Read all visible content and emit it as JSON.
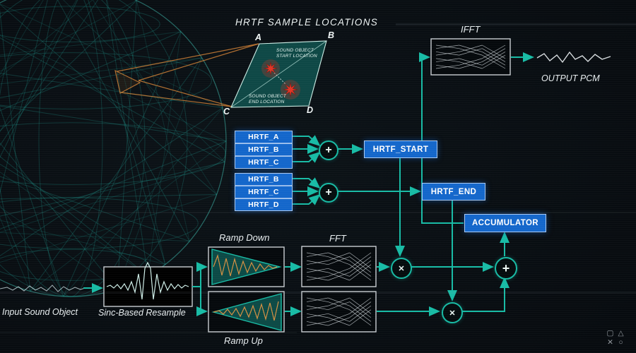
{
  "colors": {
    "accent": "#18bba5",
    "blue": "#1467cb",
    "orange": "#cd7f35",
    "red": "#df3525"
  },
  "title": "HRTF SAMPLE LOCATIONS",
  "quad": {
    "corner_a": "A",
    "corner_b": "B",
    "corner_c": "C",
    "corner_d": "D",
    "start_line1": "SOUND OBJECT",
    "start_line2": "START LOCATION",
    "end_line1": "SOUND OBJECT",
    "end_line2": "END LOCATION"
  },
  "hrtf_group1": [
    "HRTF_A",
    "HRTF_B",
    "HRTF_C"
  ],
  "hrtf_group2": [
    "HRTF_B",
    "HRTF_C",
    "HRTF_D"
  ],
  "boxes": {
    "hrtf_start": "HRTF_START",
    "hrtf_end": "HRTF_END",
    "accumulator": "ACCUMULATOR"
  },
  "labels": {
    "ifft": "IFFT",
    "fft": "FFT",
    "output_pcm": "OUTPUT  PCM",
    "ramp_down": "Ramp Down",
    "ramp_up": "Ramp Up",
    "resample": "Sinc-Based Resample",
    "input": "Input  Sound Object"
  },
  "icons": {
    "sum": "+",
    "multiply": "✕",
    "ps_square": "▢",
    "ps_triangle": "△",
    "ps_cross": "✕",
    "ps_circle": "○"
  }
}
